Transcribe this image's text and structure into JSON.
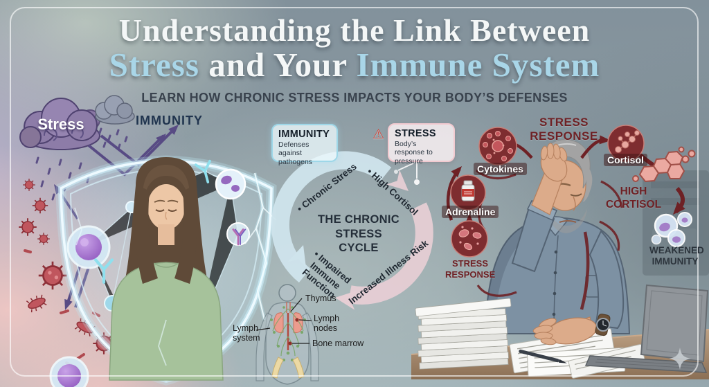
{
  "header": {
    "title_line1": "Understanding the Link Between",
    "title_line2_part1": "Stress",
    "title_line2_part2": " and Your ",
    "title_line2_part3": "Immune System",
    "subtitle": "LEARN HOW CHRONIC STRESS IMPACTS YOUR BODY’S DEFENSES"
  },
  "left_panel": {
    "stress_cloud_label": "Stress",
    "immunity_label": "IMMUNITY"
  },
  "info_boxes": {
    "immunity": {
      "title": "IMMUNITY",
      "description": "Defenses against pathogens"
    },
    "stress": {
      "title": "STRESS",
      "description": "Body’s response to pressure",
      "warning_icon": "⚠"
    }
  },
  "cycle": {
    "center_line1": "THE CHRONIC",
    "center_line2": "STRESS",
    "center_line3": "CYCLE",
    "bullet": "•",
    "step_chronic_stress": "Chronic Stress",
    "step_high_cortisol": "High Cortisol",
    "step_increased_illness_risk": "Increased Illness Risk",
    "step_impaired_immune_function": "Impaired Immune Function"
  },
  "anatomy": {
    "thymus": "Thymus",
    "lymph_nodes": "Lymph nodes",
    "bone_marrow": "Bone marrow",
    "lymph_system": "Lymph system"
  },
  "stress_response": {
    "heading": "STRESS RESPONSE",
    "cytokines_label": "Cytokines",
    "adrenaline_label": "Adrenaline",
    "stress_response_line1": "STRESS",
    "stress_response_line2": "RESPONSE",
    "cortisol_label": "Cortisol",
    "high_cortisol_line1": "HIGH",
    "high_cortisol_line2": "CORTISOL",
    "weakened_line1": "WEAKENED",
    "weakened_line2": "IMMUNITY"
  },
  "colors": {
    "title_highlight": "#a9d6e8",
    "dark_red": "#6e2125",
    "stress_purple": "#584b84",
    "shield_glow": "#cdeffa",
    "immune_cell_purple": "#a06cc8"
  }
}
